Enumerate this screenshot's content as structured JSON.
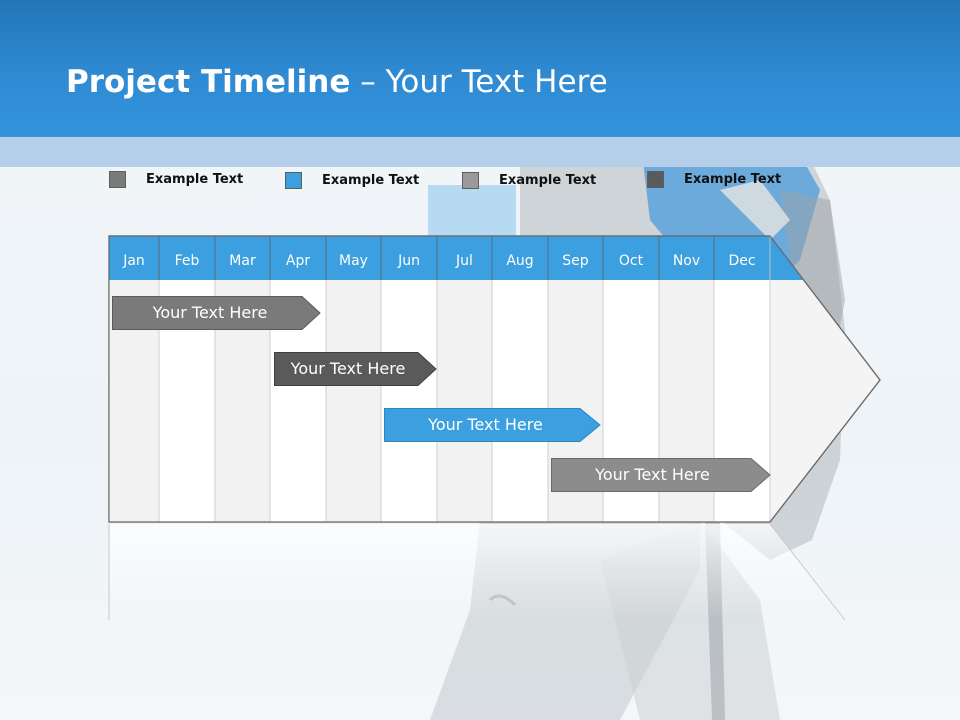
{
  "title": {
    "bold": "Project Timeline",
    "light": " – Your Text Here"
  },
  "legend": [
    {
      "label": "Example Text",
      "color": "#7a7a7a"
    },
    {
      "label": "Example Text",
      "color": "#3b9fe0"
    },
    {
      "label": "Example Text",
      "color": "#9a9a9a"
    },
    {
      "label": "Example Text",
      "color": "#5a5a5a"
    }
  ],
  "months": [
    "Jan",
    "Feb",
    "Mar",
    "Apr",
    "May",
    "Jun",
    "Jul",
    "Aug",
    "Sep",
    "Oct",
    "Nov",
    "Dec"
  ],
  "tasks": [
    {
      "label": "Your  Text Here",
      "color": "#7a7a7a"
    },
    {
      "label": "Your  Text Here",
      "color": "#5a5a5a"
    },
    {
      "label": "Your  Text Here",
      "color": "#3b9fe0"
    },
    {
      "label": "Your  Text Here",
      "color": "#8c8c8c"
    }
  ],
  "colors": {
    "header": "#2f8ad2",
    "month_band": "#3b9fe0",
    "grid_line": "#c9c9c9",
    "grid_shade": "#f2f2f2"
  }
}
